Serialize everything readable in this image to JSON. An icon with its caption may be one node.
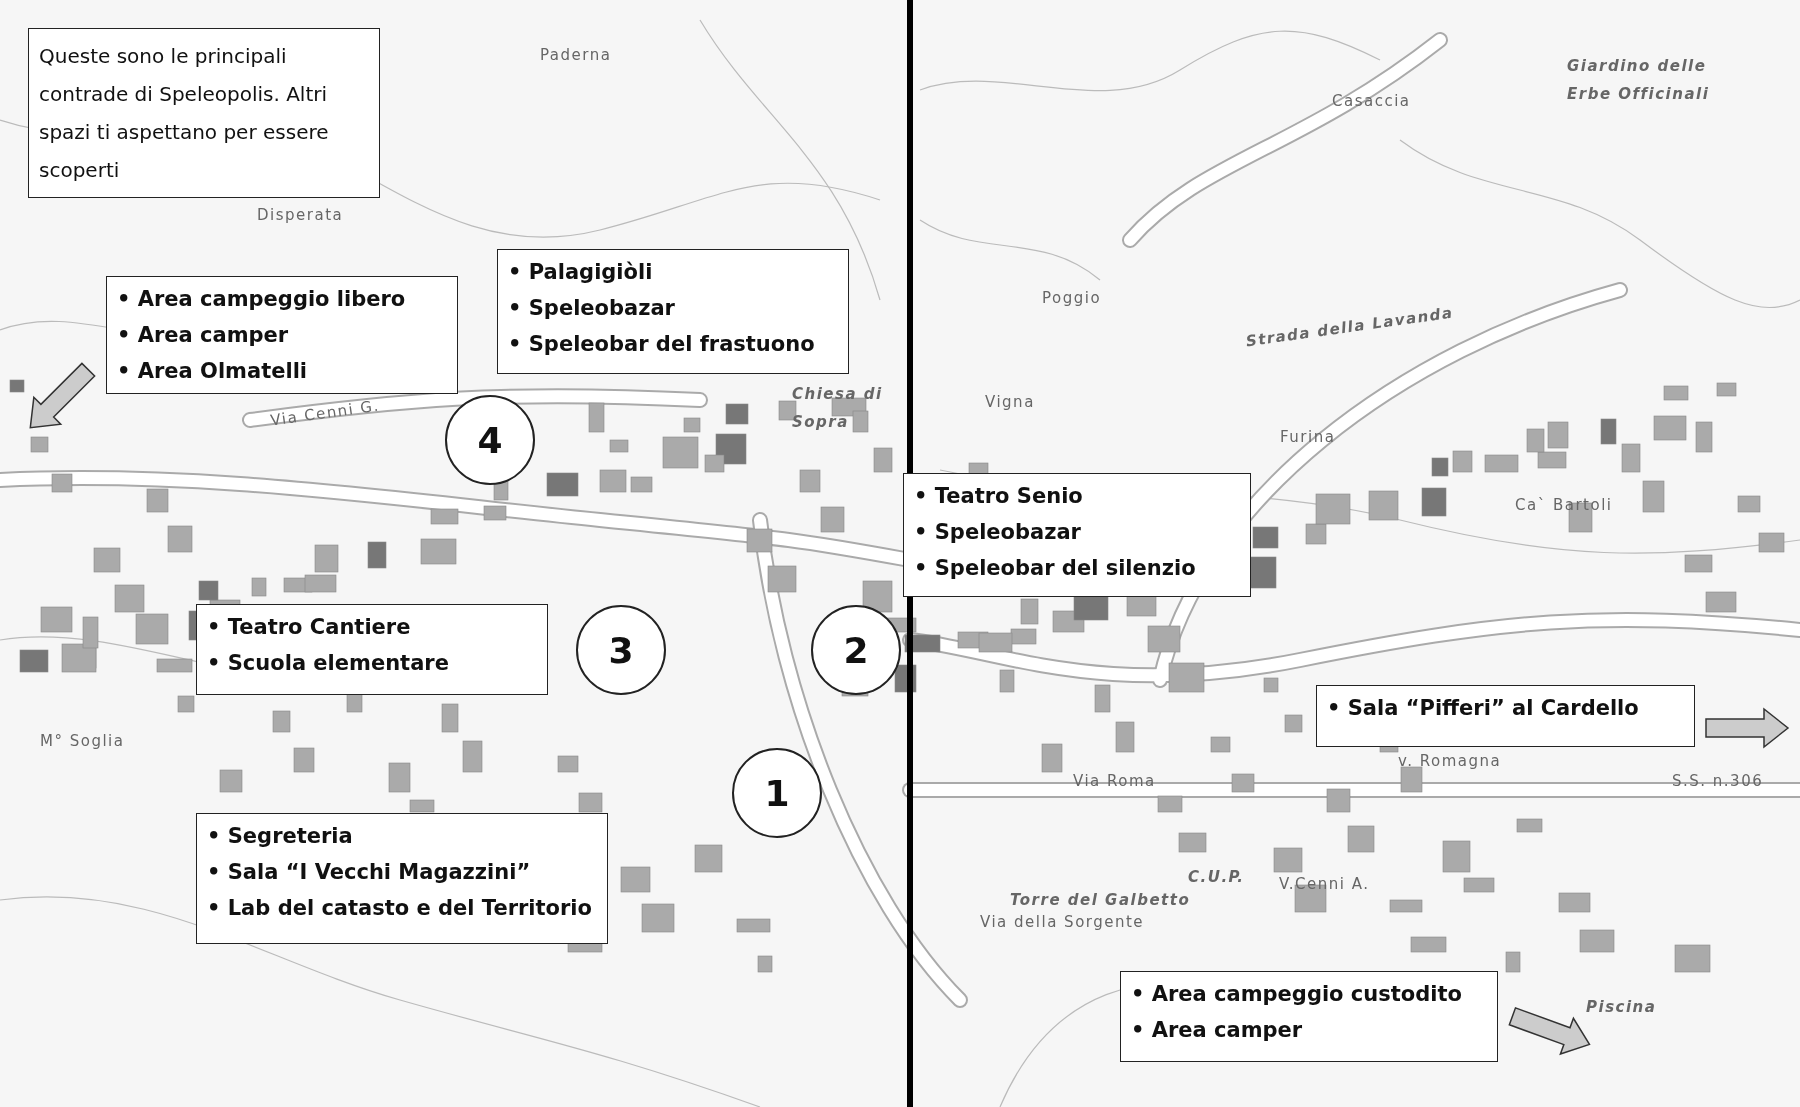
{
  "diagram": {
    "nodes": [
      {
        "text": [
          "Queste sono le principali contrade di Speleopolis. Altri spazi ti aspettano per essere scoperti"
        ]
      },
      {
        "text": [
          "• Area campeggio libero",
          "• Area camper",
          "• Area Olmatelli"
        ]
      },
      {
        "text": [
          "• Palagigiòli",
          "• Speleobazar",
          "• Speleobar del frastuono"
        ]
      },
      {
        "text": [
          "4"
        ]
      },
      {
        "text": [
          "3"
        ]
      },
      {
        "text": [
          "2"
        ]
      },
      {
        "text": [
          "1"
        ]
      },
      {
        "text": [
          "• Teatro Senio",
          "• Speleobazar",
          "• Speleobar del silenzio"
        ]
      },
      {
        "text": [
          "• Teatro Cantiere",
          "• Scuola elementare"
        ]
      },
      {
        "text": [
          "• Segreteria",
          "• Sala “I Vecchi Magazzini”",
          "• Lab del catasto e del Territorio"
        ]
      },
      {
        "text": [
          "• Sala “Pifferi” al Cardello"
        ]
      },
      {
        "text": [
          "• Area campeggio custodito",
          "• Area camper"
        ]
      }
    ],
    "labels": [
      "Paderna",
      "Casaccia",
      "Giardino delle Erbe Officinali",
      "Disperata",
      "Poggio",
      "Strada della Lavanda",
      "Chiesa di Sopra",
      "Vigna",
      "Via Cenni G.",
      "Furina",
      "Ca` Bartoli",
      "M° Soglia",
      "v. Romagna",
      "Via Roma",
      "S.S. n.306",
      "C.U.P.",
      "V.Cenni A.",
      "Torre del Galbetto",
      "Via della Sorgente",
      "Piscina"
    ]
  }
}
